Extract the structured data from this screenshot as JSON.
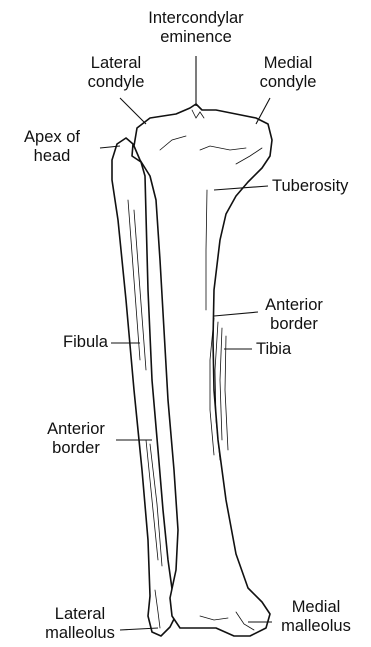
{
  "diagram": {
    "colors": {
      "ink": "#111111",
      "bone": "#ffffff",
      "background": "#ffffff"
    },
    "labels": {
      "intercondylar_eminence": [
        "Intercondylar",
        "eminence"
      ],
      "lateral_condyle": [
        "Lateral",
        "condyle"
      ],
      "medial_condyle": [
        "Medial",
        "condyle"
      ],
      "apex_of_head": [
        "Apex of",
        "head"
      ],
      "tuberosity": "Tuberosity",
      "anterior_border_tibia": [
        "Anterior",
        "border"
      ],
      "tibia": "Tibia",
      "fibula": "Fibula",
      "anterior_border_fibula": [
        "Anterior",
        "border"
      ],
      "lateral_malleolus": [
        "Lateral",
        "malleolus"
      ],
      "medial_malleolus": [
        "Medial",
        "malleolus"
      ]
    }
  }
}
